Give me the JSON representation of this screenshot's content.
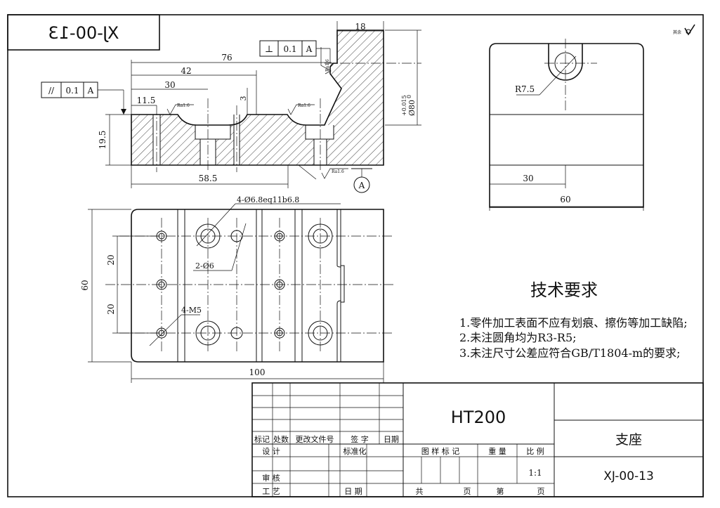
{
  "drawing_number_box": "XJ-00-13",
  "surface_symbol_corner": "其余",
  "dims": {
    "d18": "18",
    "d76": "76",
    "d42": "42",
    "d30": "30",
    "d11_5": "11.5",
    "d3": "3",
    "d19_5": "19.5",
    "d58_5": "58.5",
    "d80": "Ø80",
    "d80_tol_upper": "+0.015",
    "d80_tol_lower": "0",
    "r7_5": "R7.5",
    "side30": "30",
    "side60": "60",
    "plan20a": "20",
    "plan20b": "20",
    "plan60": "60",
    "plan100": "100",
    "hole4": "4-Ø6.8eq11b6.8",
    "hole2": "2-Ø6",
    "thread4": "4-M5"
  },
  "tolerances": {
    "perp_symbol": "⊥",
    "perp_value": "0.1",
    "perp_datum": "A",
    "par_symbol": "//",
    "par_value": "0.1",
    "par_datum": "A",
    "datum_label": "A"
  },
  "roughness": {
    "r1": "Ra1.6",
    "r2": "Ra1.6",
    "r3": "Ra1.6",
    "r4": "Ra1.6"
  },
  "tech": {
    "title": "技术要求",
    "items": [
      "1.零件加工表面不应有划痕、擦伤等加工缺陷;",
      "2.未注圆角均为R3-R5;",
      "3.未注尺寸公差应符合GB/T1804-m的要求;"
    ]
  },
  "title_block": {
    "material": "HT200",
    "part_name": "支座",
    "drawing_no": "XJ-00-13",
    "rev_headers": [
      "标记",
      "处数",
      "更改文件号",
      "签 字",
      "日期"
    ],
    "design": "设 计",
    "standard": "标准化",
    "check": "审 核",
    "process": "工 艺",
    "date": "日 期",
    "mark_label": "图 样 标 记",
    "weight_label": "重 量",
    "scale_label": "比 例",
    "scale_value": "1:1",
    "total_label": "共",
    "sheet_label": "页",
    "no_label": "第",
    "sheet_label2": "页"
  }
}
